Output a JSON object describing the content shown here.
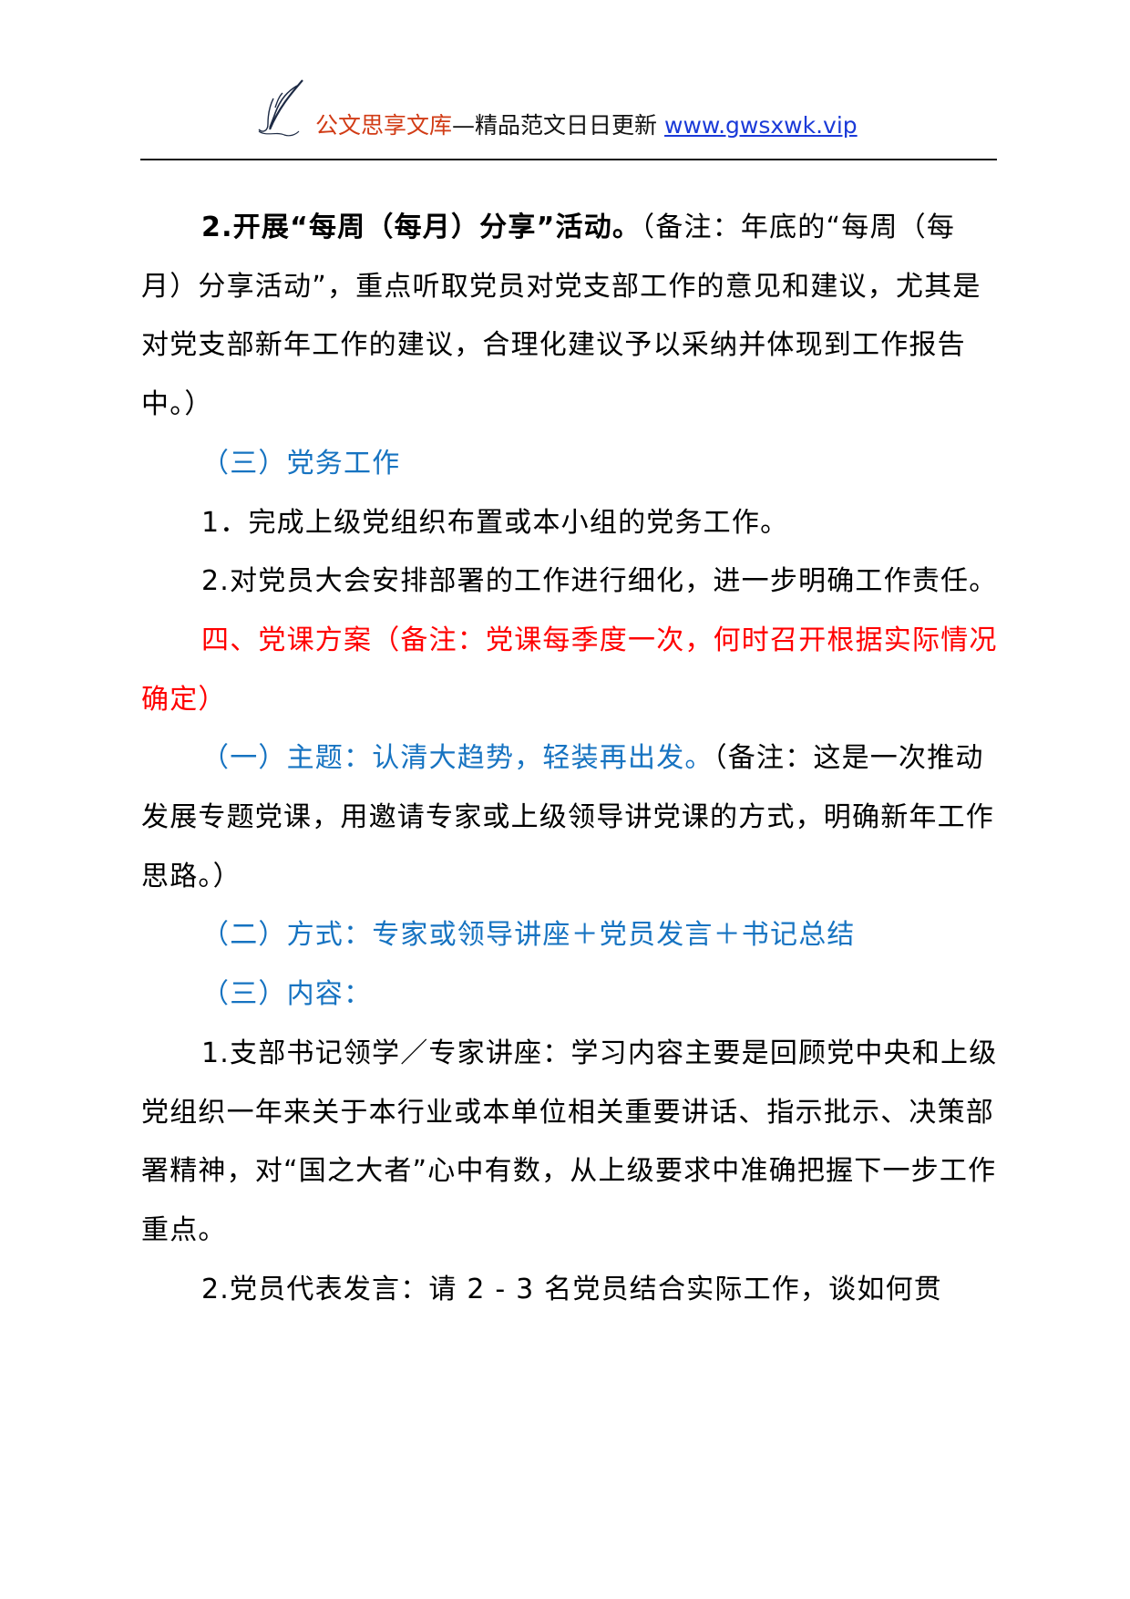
{
  "header": {
    "logo_icon": "quill-pen-icon",
    "brand": "公文思享文库",
    "tagline": "—精品范文日日更新",
    "site_link": "www.gwsxwk.vip"
  },
  "colors": {
    "brand_red": "#d13b15",
    "link_blue": "#1a3ad8",
    "heading_blue": "#1673c1",
    "heading_red": "#ff0000"
  },
  "document": {
    "item_2_bold": "2.开展“每周（每月）分享”活动。",
    "item_2_note": "（备注：年底的“每周（每月）分享活动”，重点听取党员对党支部工作的意见和建议，尤其是对党支部新年工作的建议，合理化建议予以采纳并体现到工作报告中。）",
    "sec3_heading": "（三）党务工作",
    "sec3_item1": "1．完成上级党组织布置或本小组的党务工作。",
    "sec3_item2": "2.对党员大会安排部署的工作进行细化，进一步明确工作责任。",
    "part4_heading": "四、党课方案（备注：党课每季度一次，何时召开根据实际情况确定）",
    "topic_heading": "（一）主题：认清大趋势，轻装再出发。",
    "topic_note": "（备注：这是一次推动发展专题党课，用邀请专家或上级领导讲党课的方式，明确新年工作思路。）",
    "method_heading": "（二）方式：专家或领导讲座＋党员发言＋书记总结",
    "content_heading": "（三）内容：",
    "content_item1": "1.支部书记领学／专家讲座：学习内容主要是回顾党中央和上级党组织一年来关于本行业或本单位相关重要讲话、指示批示、决策部署精神，对“国之大者”心中有数，从上级要求中准确把握下一步工作重点。",
    "content_item2": "2.党员代表发言：请 2 - 3 名党员结合实际工作，谈如何贯"
  }
}
